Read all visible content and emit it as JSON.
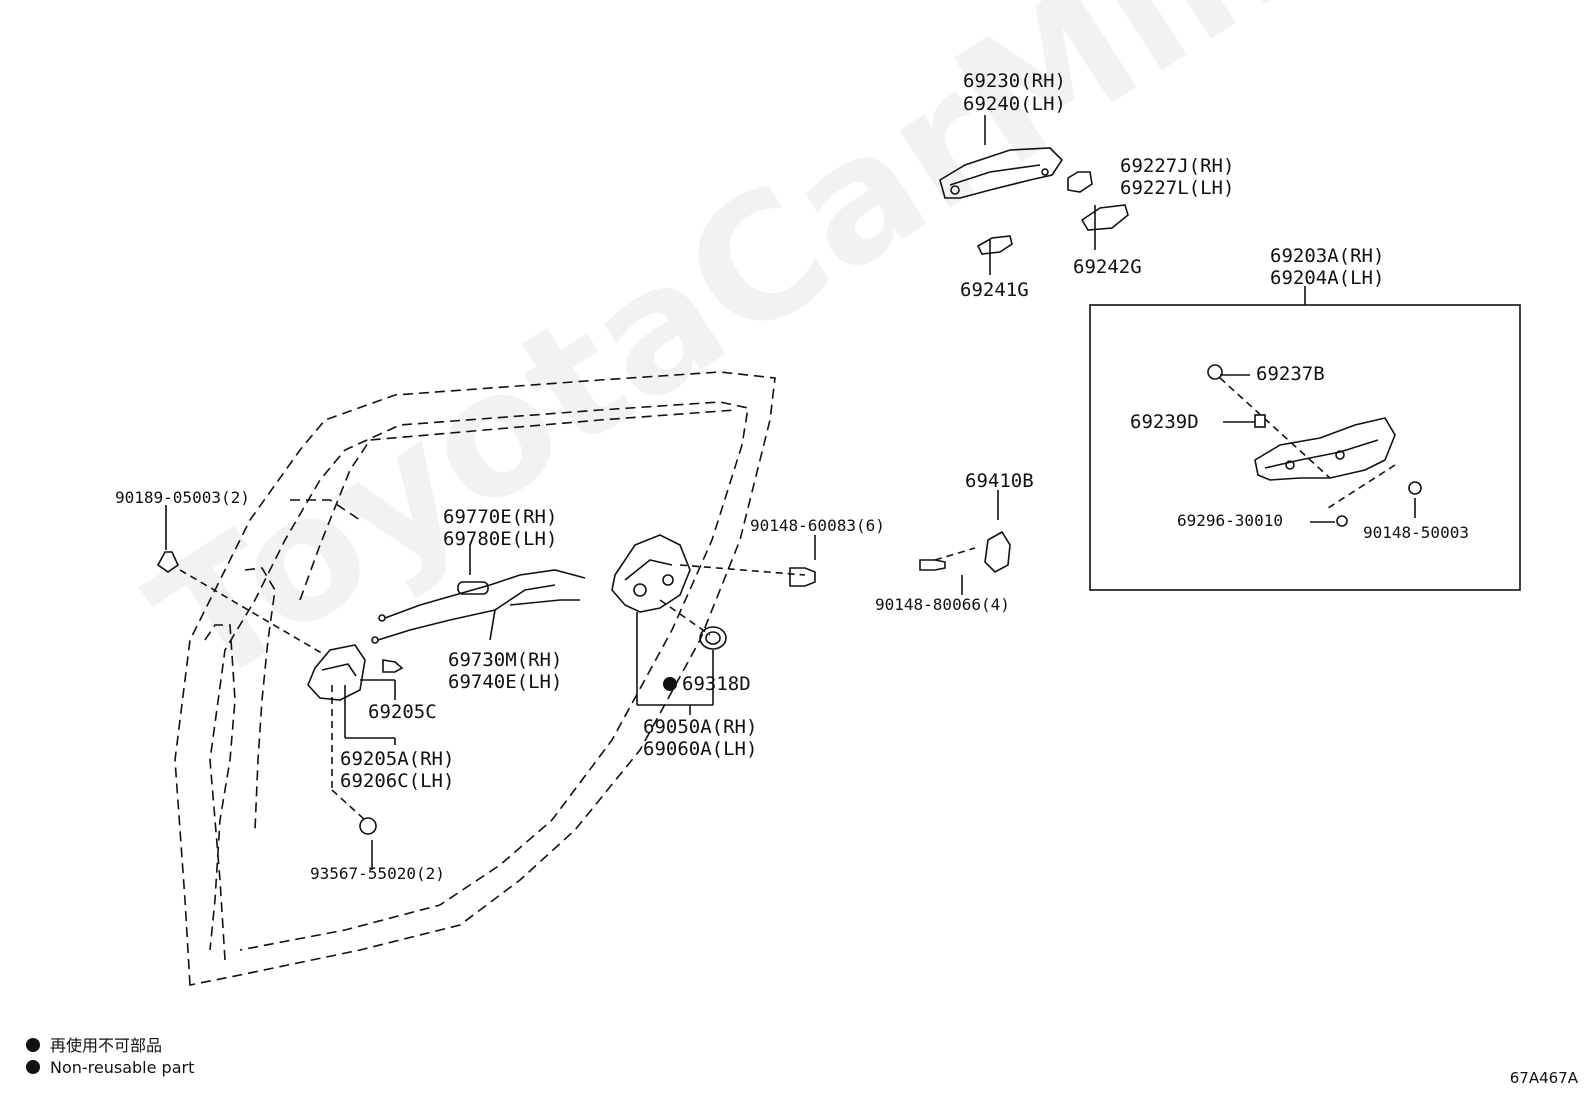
{
  "watermark": "ToyotaCarMine.ru",
  "diagram_code": "67A467A",
  "legend": {
    "line_jp": "再使用不可部品",
    "line_en": "Non-reusable part"
  },
  "parts": {
    "p69230": "69230(RH)",
    "p69240": "69240(LH)",
    "p69227J": "69227J(RH)",
    "p69227L": "69227L(LH)",
    "p69241G": "69241G",
    "p69242G": "69242G",
    "p69203A": "69203A(RH)",
    "p69204A": "69204A(LH)",
    "p69237B": "69237B",
    "p69239D": "69239D",
    "p69296": "69296-30010",
    "p90148_50003": "90148-50003",
    "p69410B": "69410B",
    "p90148_80066": "90148-80066(4)",
    "p90148_60083": "90148-60083(6)",
    "p69770E": "69770E(RH)",
    "p69780E": "69780E(LH)",
    "p69730M": "69730M(RH)",
    "p69740E": "69740E(LH)",
    "p69318D": "69318D",
    "p69050A": "69050A(RH)",
    "p69060A": "69060A(LH)",
    "p90189": "90189-05003(2)",
    "p69205C": "69205C",
    "p69205A": "69205A(RH)",
    "p69206C": "69206C(LH)",
    "p93567": "93567-55020(2)"
  }
}
